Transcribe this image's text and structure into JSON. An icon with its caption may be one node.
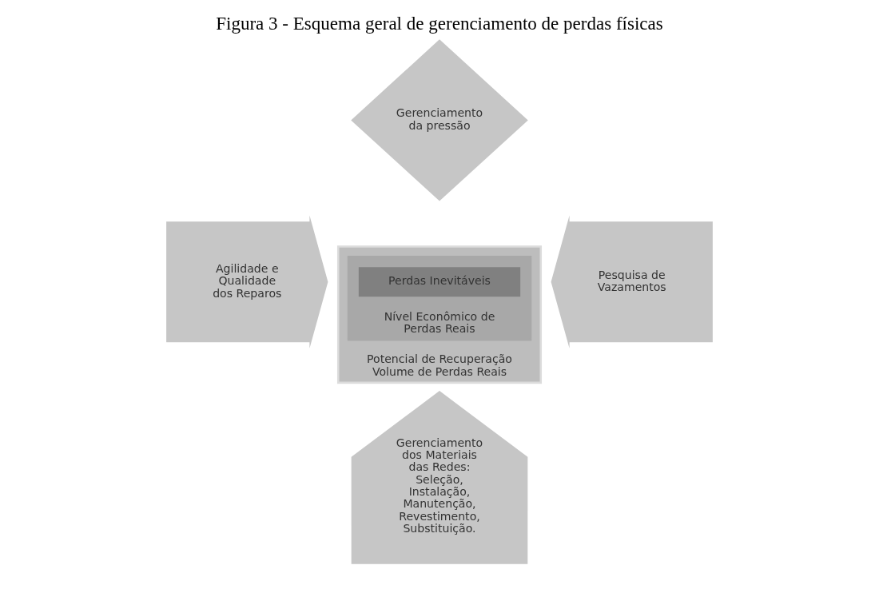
{
  "diagram": {
    "title": "Figura 3 - Esquema geral de gerenciamento de perdas físicas",
    "nodes": [
      {
        "text": [
          "Potencial de Recuperação Volume de Perdas Reais"
        ]
      },
      {
        "text": [
          "Nível Econômico de Perdas Reais"
        ],
        "in": 0
      },
      {
        "text": [
          "Perdas Inevitáveis"
        ],
        "in": 1
      },
      {
        "text": [
          "Gerenciamento da pressão"
        ]
      },
      {
        "text": [
          "Agilidade e Qualidade dos Reparos"
        ]
      },
      {
        "text": [
          "Pesquisa de Vazamentos"
        ]
      },
      {
        "text": [
          "Gerenciamento dos Materiais das Redes: Seleção, Instalação, Manutenção, Revestimento, Substituição."
        ]
      }
    ]
  }
}
